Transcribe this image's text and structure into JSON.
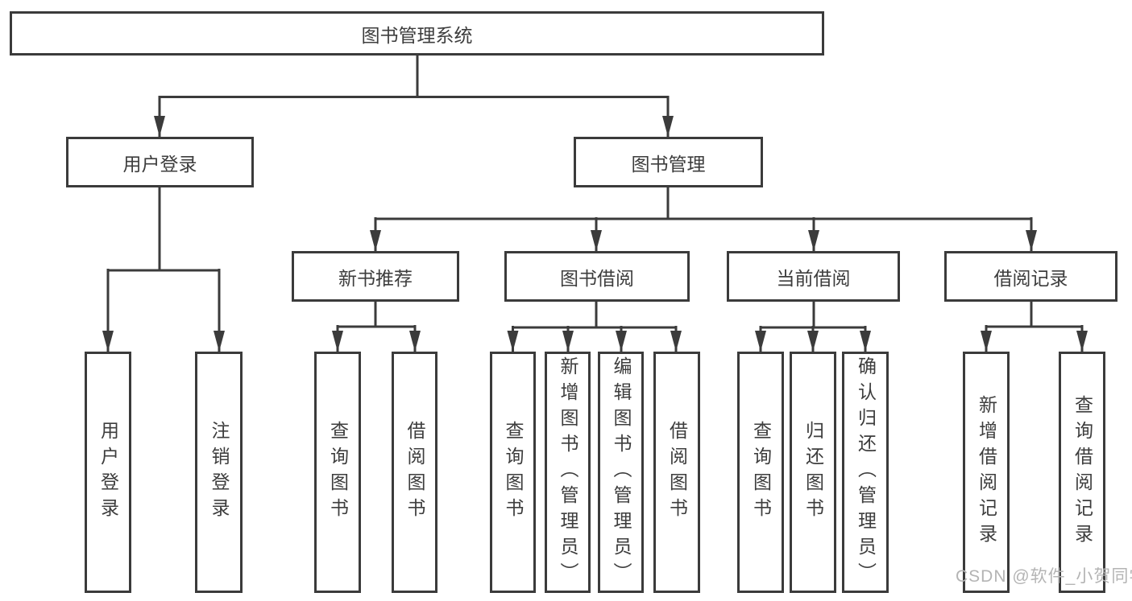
{
  "tree": {
    "label": "图书管理系统",
    "children": [
      {
        "label": "用户登录",
        "children": [
          {
            "label": "用户登录"
          },
          {
            "label": "注销登录"
          }
        ]
      },
      {
        "label": "图书管理",
        "children": [
          {
            "label": "新书推荐",
            "children": [
              {
                "label": "查询图书"
              },
              {
                "label": "借阅图书"
              }
            ]
          },
          {
            "label": "图书借阅",
            "children": [
              {
                "label": "查询图书"
              },
              {
                "label": "新增图书（管理员）"
              },
              {
                "label": "编辑图书（管理员）"
              },
              {
                "label": "借阅图书"
              }
            ]
          },
          {
            "label": "当前借阅",
            "children": [
              {
                "label": "查询图书"
              },
              {
                "label": "归还图书"
              },
              {
                "label": "确认归还（管理员）"
              }
            ]
          },
          {
            "label": "借阅记录",
            "children": [
              {
                "label": "新增借阅记录"
              },
              {
                "label": "查询借阅记录"
              }
            ]
          }
        ]
      }
    ]
  },
  "watermark": {
    "text": "CSDN @软件_小贺同学"
  },
  "colors": {
    "line": "#3b3b3b",
    "text": "#3d3d3d",
    "background": "#ffffff",
    "watermark": "#b4b4b4"
  }
}
